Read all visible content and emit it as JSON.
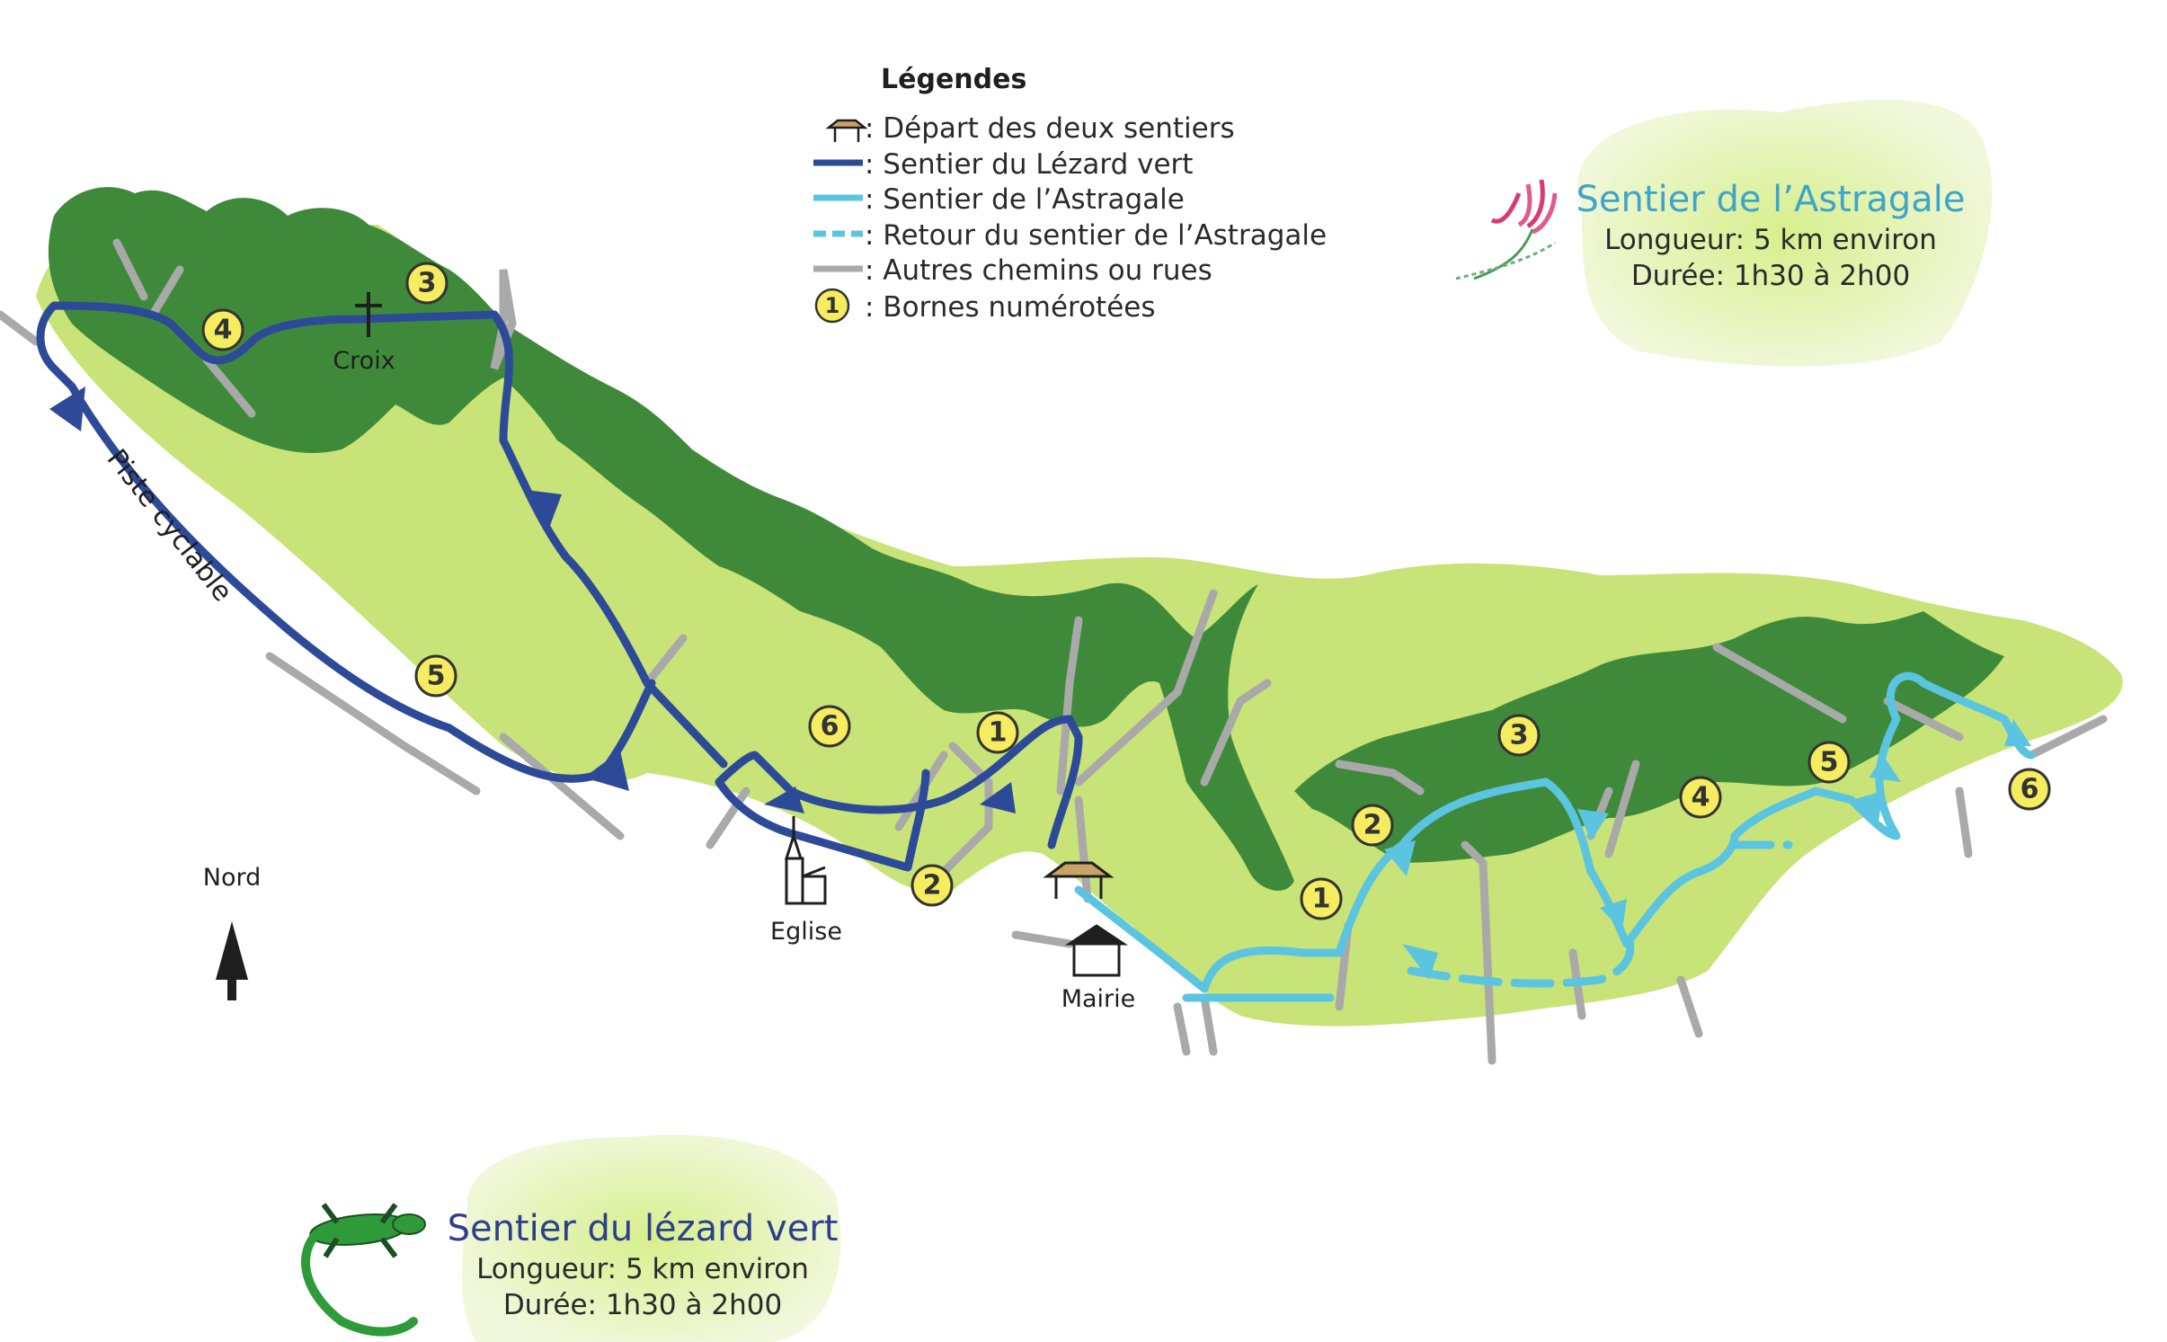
{
  "legend": {
    "title": "Légendes",
    "items": [
      {
        "text": ": Départ des deux sentiers",
        "symbol": "start-shelter-icon"
      },
      {
        "text": ": Sentier du Lézard vert",
        "symbol": "line",
        "color": "#2d4a99"
      },
      {
        "text": ": Sentier de l’Astragale",
        "symbol": "line",
        "color": "#5bc4e0"
      },
      {
        "text": ": Retour du sentier de l’Astragale",
        "symbol": "dashed-line",
        "color": "#5bc4e0"
      },
      {
        "text": ": Autres chemins ou rues",
        "symbol": "line",
        "color": "#a9a9a9"
      },
      {
        "text": ": Bornes numérotées",
        "symbol": "numbered-marker-icon",
        "marker_sample": "1"
      }
    ]
  },
  "astragale": {
    "title": "Sentier de l’Astragale",
    "length": "Longueur: 5 km environ",
    "duration": "Durée: 1h30 à 2h00",
    "color": "#3ea5c9"
  },
  "lezard": {
    "title": "Sentier du lézard vert",
    "length": "Longueur: 5 km environ",
    "duration": "Durée: 1h30 à 2h00",
    "color": "#2d3f8c"
  },
  "places": {
    "croix": "Croix",
    "eglise": "Eglise",
    "mairie": "Mairie",
    "nord": "Nord",
    "piste": "Piste cyclable"
  },
  "markers": {
    "lezard": [
      "4",
      "3",
      "5",
      "6",
      "1",
      "2"
    ],
    "astragale": [
      "1",
      "2",
      "3",
      "4",
      "5",
      "6"
    ]
  },
  "colors": {
    "forest": "#3f8a3a",
    "meadow": "#c8e377",
    "marker_fill": "#f5ec5f",
    "lezard_route": "#2d4a99",
    "astragale_route": "#5bc4e0",
    "other_paths": "#a9a9a9"
  }
}
